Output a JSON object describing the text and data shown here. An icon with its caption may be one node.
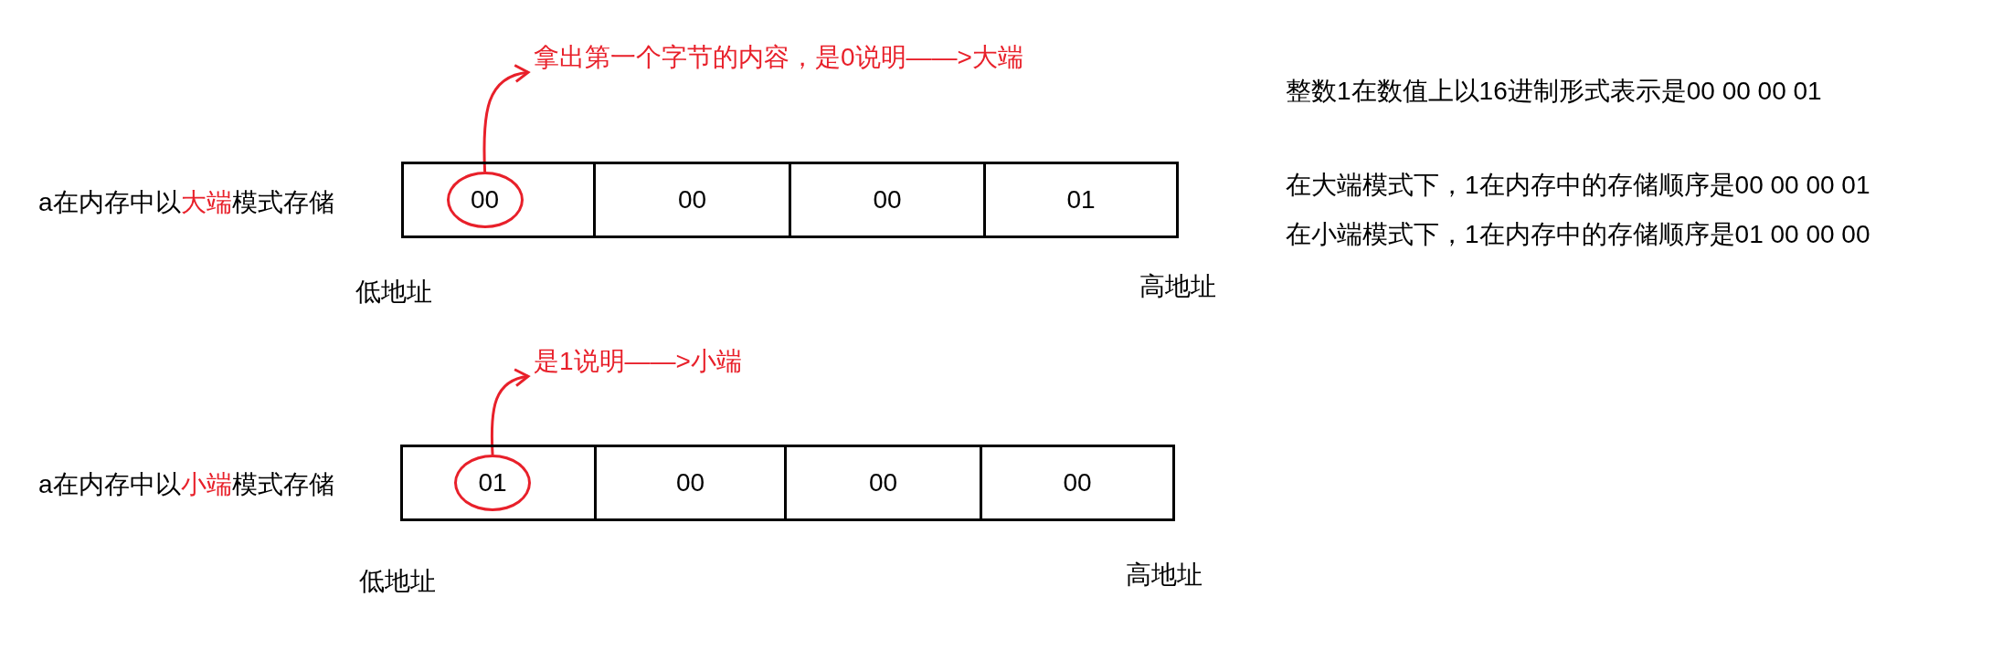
{
  "diagram": {
    "nodes": [
      {
        "text": [],
        "shape": "box"
      },
      {
        "text": [
          "00"
        ],
        "in": 0
      },
      {
        "text": [
          "00"
        ]
      },
      {
        "text": [
          "00"
        ]
      },
      {
        "text": [
          "01"
        ]
      },
      {
        "text": [
          "拿出第一个字节的内容，是0说明——>大端"
        ]
      },
      {
        "text": [],
        "shape": "box"
      },
      {
        "text": [
          "01"
        ],
        "in": 6
      },
      {
        "text": [
          "00"
        ]
      },
      {
        "text": [
          "00"
        ]
      },
      {
        "text": [
          "00"
        ]
      },
      {
        "text": [
          "是1说明——>小端"
        ]
      }
    ],
    "edges": [
      {
        "from": 1,
        "to": 5,
        "arrow": "to",
        "color": "#e8202a"
      },
      {
        "from": 7,
        "to": 11,
        "arrow": "to",
        "color": "#e8202a"
      }
    ],
    "labels": [
      "整数1在数值上以16进制形式表示是00 00 00 01",
      "a在内存中以**大端**模式存储",
      "在大端模式下，1在内存中的存储顺序是00 00 00 01",
      "在小端模式下，1在内存中的存储顺序是01 00 00 00",
      "低地址",
      "高地址",
      "a在内存中以**小端**模式存储",
      "低地址",
      "高地址"
    ]
  }
}
